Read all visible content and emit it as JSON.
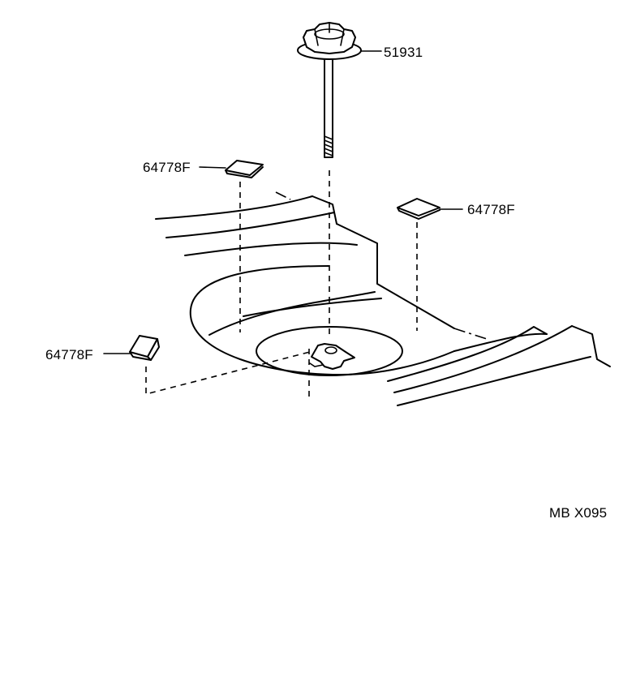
{
  "labels": {
    "hold_down_clamp": "51931",
    "plug_upper_left": "64778F",
    "plug_right": "64778F",
    "plug_left": "64778F",
    "drawing_code": "MB X095"
  }
}
